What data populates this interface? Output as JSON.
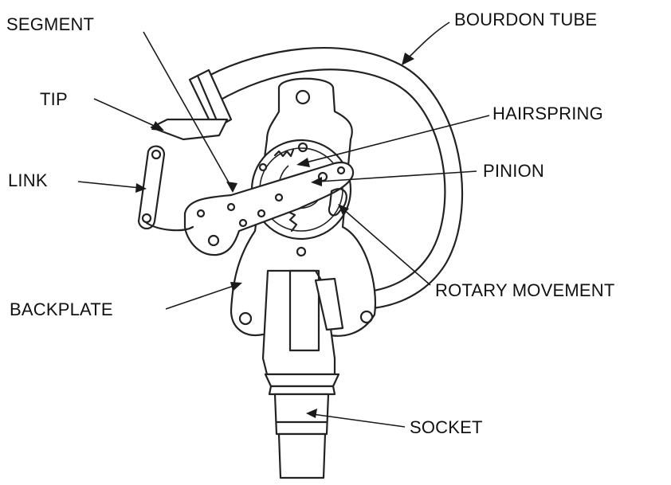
{
  "labels": {
    "segment": "SEGMENT",
    "bourdon_tube": "BOURDON TUBE",
    "tip": "TIP",
    "hairspring": "HAIRSPRING",
    "link": "LINK",
    "pinion": "PINION",
    "backplate": "BACKPLATE",
    "rotary_movement": "ROTARY MOVEMENT",
    "socket": "SOCKET"
  },
  "colors": {
    "line": "#222222",
    "background": "#ffffff"
  }
}
